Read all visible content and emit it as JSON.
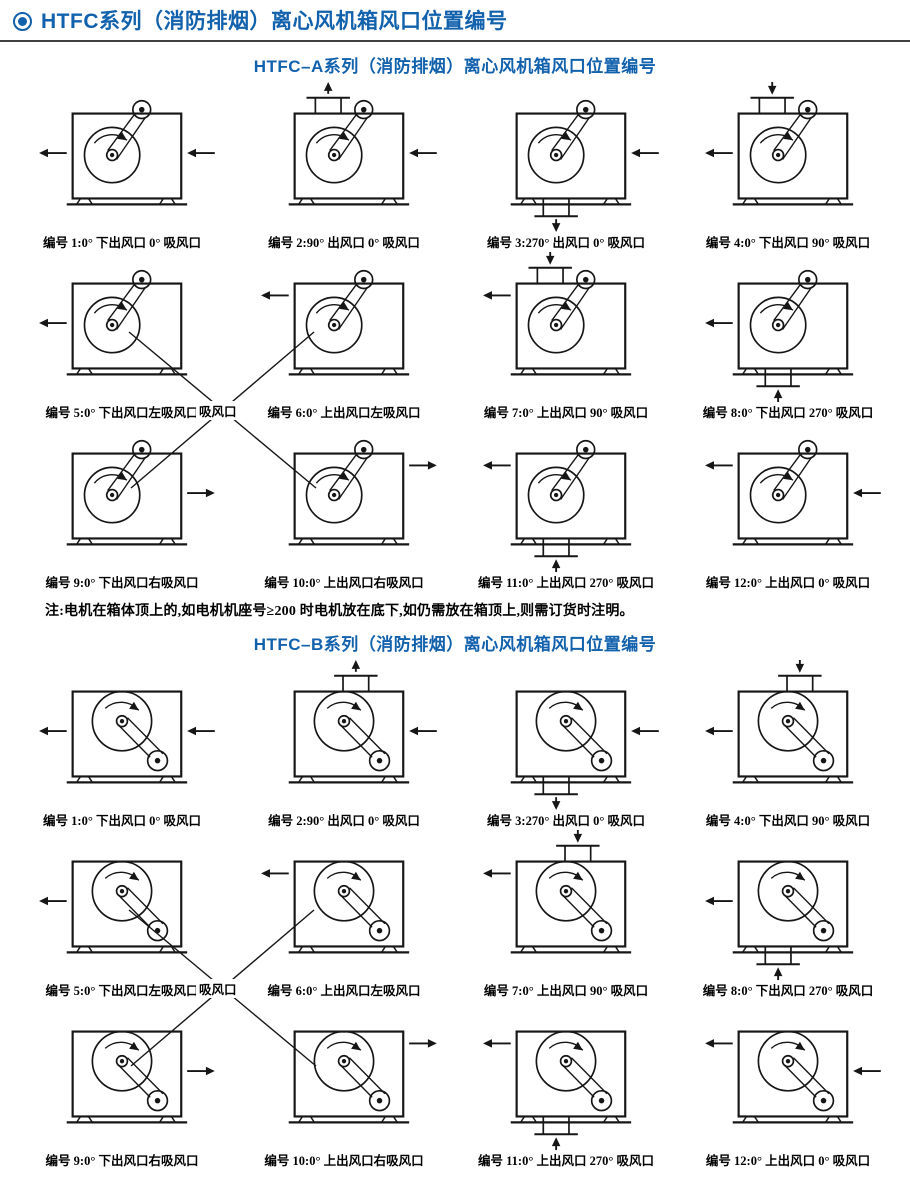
{
  "page": {
    "main_title": "HTFC系列（消防排烟）离心风机箱风口位置编号",
    "note": "注:电机在箱体顶上的,如电机机座号≥200 时电机放在底下,如仍需放在箱顶上,则需订货时注明。"
  },
  "colors": {
    "title_blue": "#1261ad",
    "line_ink": "#161616"
  },
  "sections": [
    {
      "id": "HTFC-A",
      "title": "HTFC–A系列（消防排烟）离心风机箱风口位置编号",
      "inlet_label": "吸风口",
      "motor_position": "top",
      "diagrams": [
        {
          "caption": "编号 1:0° 下出风口 0° 吸风口",
          "arrows": [
            {
              "side": "left",
              "dir": "out",
              "pos": "mid"
            },
            {
              "side": "right",
              "dir": "in",
              "pos": "mid"
            }
          ],
          "duct": null
        },
        {
          "caption": "编号 2:90° 出风口 0° 吸风口",
          "arrows": [
            {
              "side": "right",
              "dir": "in",
              "pos": "mid"
            }
          ],
          "duct": {
            "side": "top",
            "dir": "out"
          }
        },
        {
          "caption": "编号 3:270° 出风口 0° 吸风口",
          "arrows": [
            {
              "side": "right",
              "dir": "in",
              "pos": "mid"
            }
          ],
          "duct": {
            "side": "bottom",
            "dir": "out"
          }
        },
        {
          "caption": "编号 4:0° 下出风口 90° 吸风口",
          "arrows": [
            {
              "side": "left",
              "dir": "out",
              "pos": "mid"
            }
          ],
          "duct": {
            "side": "top",
            "dir": "in"
          }
        },
        {
          "caption": "编号 5:0° 下出风口左吸风口",
          "arrows": [
            {
              "side": "left",
              "dir": "out",
              "pos": "mid"
            }
          ],
          "duct": null,
          "side_inlet": "left"
        },
        {
          "caption": "编号 6:0° 上出风口左吸风口",
          "arrows": [
            {
              "side": "left",
              "dir": "out",
              "pos": "top"
            }
          ],
          "duct": null,
          "side_inlet": "left"
        },
        {
          "caption": "编号 7:0° 上出风口 90° 吸风口",
          "arrows": [
            {
              "side": "left",
              "dir": "out",
              "pos": "top"
            }
          ],
          "duct": {
            "side": "top",
            "dir": "in"
          }
        },
        {
          "caption": "编号 8:0° 下出风口 270° 吸风口",
          "arrows": [
            {
              "side": "left",
              "dir": "out",
              "pos": "mid"
            }
          ],
          "duct": {
            "side": "bottom",
            "dir": "in"
          }
        },
        {
          "caption": "编号 9:0° 下出风口右吸风口",
          "arrows": [
            {
              "side": "right",
              "dir": "out",
              "pos": "mid"
            }
          ],
          "duct": null,
          "side_inlet": "right"
        },
        {
          "caption": "编号 10:0° 上出风口右吸风口",
          "arrows": [
            {
              "side": "right",
              "dir": "out",
              "pos": "top"
            }
          ],
          "duct": null,
          "side_inlet": "right"
        },
        {
          "caption": "编号 11:0° 上出风口 270° 吸风口",
          "arrows": [
            {
              "side": "left",
              "dir": "out",
              "pos": "top"
            }
          ],
          "duct": {
            "side": "bottom",
            "dir": "in"
          }
        },
        {
          "caption": "编号 12:0° 上出风口 0° 吸风口",
          "arrows": [
            {
              "side": "left",
              "dir": "out",
              "pos": "top"
            },
            {
              "side": "right",
              "dir": "in",
              "pos": "mid"
            }
          ],
          "duct": null
        }
      ]
    },
    {
      "id": "HTFC-B",
      "title": "HTFC–B系列（消防排烟）离心风机箱风口位置编号",
      "inlet_label": "吸风口",
      "motor_position": "bottom-right",
      "diagrams": [
        {
          "caption": "编号 1:0° 下出风口 0° 吸风口",
          "arrows": [
            {
              "side": "left",
              "dir": "out",
              "pos": "mid"
            },
            {
              "side": "right",
              "dir": "in",
              "pos": "mid"
            }
          ],
          "duct": null
        },
        {
          "caption": "编号 2:90° 出风口 0° 吸风口",
          "arrows": [
            {
              "side": "right",
              "dir": "in",
              "pos": "mid"
            }
          ],
          "duct": {
            "side": "top",
            "dir": "out"
          }
        },
        {
          "caption": "编号 3:270° 出风口 0° 吸风口",
          "arrows": [
            {
              "side": "right",
              "dir": "in",
              "pos": "mid"
            }
          ],
          "duct": {
            "side": "bottom",
            "dir": "out"
          }
        },
        {
          "caption": "编号 4:0° 下出风口 90° 吸风口",
          "arrows": [
            {
              "side": "left",
              "dir": "out",
              "pos": "mid"
            }
          ],
          "duct": {
            "side": "top",
            "dir": "in"
          }
        },
        {
          "caption": "编号 5:0° 下出风口左吸风口",
          "arrows": [
            {
              "side": "left",
              "dir": "out",
              "pos": "mid"
            }
          ],
          "duct": null,
          "side_inlet": "left"
        },
        {
          "caption": "编号 6:0° 上出风口左吸风口",
          "arrows": [
            {
              "side": "left",
              "dir": "out",
              "pos": "top"
            }
          ],
          "duct": null,
          "side_inlet": "left"
        },
        {
          "caption": "编号 7:0° 上出风口 90° 吸风口",
          "arrows": [
            {
              "side": "left",
              "dir": "out",
              "pos": "top"
            }
          ],
          "duct": {
            "side": "top",
            "dir": "in"
          }
        },
        {
          "caption": "编号 8:0° 下出风口 270° 吸风口",
          "arrows": [
            {
              "side": "left",
              "dir": "out",
              "pos": "mid"
            }
          ],
          "duct": {
            "side": "bottom",
            "dir": "in"
          }
        },
        {
          "caption": "编号 9:0° 下出风口右吸风口",
          "arrows": [
            {
              "side": "right",
              "dir": "out",
              "pos": "mid"
            }
          ],
          "duct": null,
          "side_inlet": "right"
        },
        {
          "caption": "编号 10:0° 上出风口右吸风口",
          "arrows": [
            {
              "side": "right",
              "dir": "out",
              "pos": "top"
            }
          ],
          "duct": null,
          "side_inlet": "right"
        },
        {
          "caption": "编号 11:0° 上出风口 270° 吸风口",
          "arrows": [
            {
              "side": "left",
              "dir": "out",
              "pos": "top"
            }
          ],
          "duct": {
            "side": "bottom",
            "dir": "in"
          }
        },
        {
          "caption": "编号 12:0° 上出风口 0° 吸风口",
          "arrows": [
            {
              "side": "left",
              "dir": "out",
              "pos": "top"
            },
            {
              "side": "right",
              "dir": "in",
              "pos": "mid"
            }
          ],
          "duct": null
        }
      ]
    }
  ]
}
